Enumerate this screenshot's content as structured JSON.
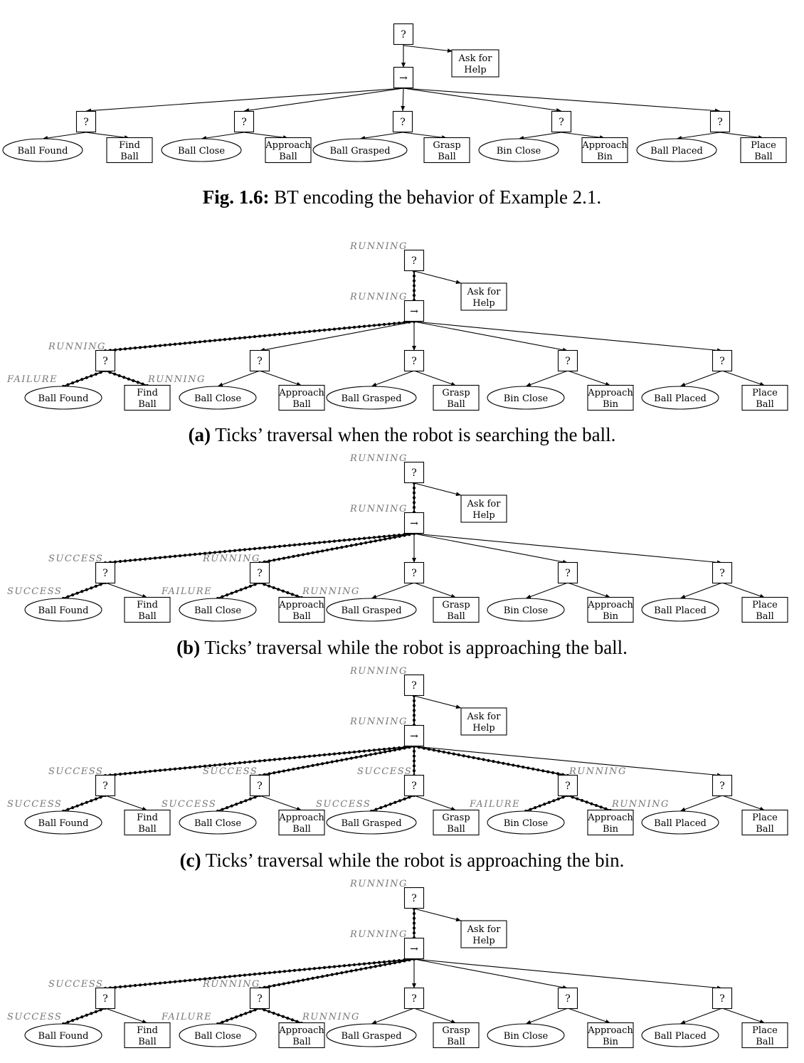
{
  "nodes": {
    "root": "?",
    "seq": "→",
    "ask_for_help": [
      "Ask for",
      "Help"
    ],
    "fallback": "?",
    "pairs": [
      {
        "condition": [
          "Ball Found"
        ],
        "action": [
          "Find",
          "Ball"
        ]
      },
      {
        "condition": [
          "Ball Close"
        ],
        "action": [
          "Approach",
          "Ball"
        ]
      },
      {
        "condition": [
          "Ball Grasped"
        ],
        "action": [
          "Grasp",
          "Ball"
        ]
      },
      {
        "condition": [
          "Bin Close"
        ],
        "action": [
          "Approach",
          "Bin"
        ]
      },
      {
        "condition": [
          "Ball Placed"
        ],
        "action": [
          "Place",
          "Ball"
        ]
      }
    ]
  },
  "status_words": {
    "running": "RUNNING",
    "success": "SUCCESS",
    "failure": "FAILURE"
  },
  "figures": [
    {
      "id": "fig-1-6",
      "caption_bold": "Fig. 1.6:",
      "caption_text": " BT encoding the behavior of Example 2.1.",
      "traversal": null
    },
    {
      "id": "fig-a",
      "caption_bold": "(a)",
      "caption_text": " Ticks’ traversal when the robot is searching the ball.",
      "traversal": {
        "root": "RUNNING",
        "seq": "RUNNING",
        "active_fallbacks": 1,
        "leaves": [
          [
            "FAILURE",
            "RUNNING"
          ]
        ]
      }
    },
    {
      "id": "fig-b",
      "caption_bold": "(b)",
      "caption_text": " Ticks’ traversal while the robot is approaching the ball.",
      "traversal": {
        "root": "RUNNING",
        "seq": "RUNNING",
        "active_fallbacks": 2,
        "fallback_status": [
          "SUCCESS",
          "RUNNING"
        ],
        "leaves": [
          [
            "SUCCESS",
            null
          ],
          [
            "FAILURE",
            "RUNNING"
          ]
        ]
      }
    },
    {
      "id": "fig-c",
      "caption_bold": "(c)",
      "caption_text": " Ticks’ traversal while the robot is approaching the bin.",
      "traversal": {
        "root": "RUNNING",
        "seq": "RUNNING",
        "active_fallbacks": 4,
        "fallback_status": [
          "SUCCESS",
          "SUCCESS",
          "SUCCESS",
          "RUNNING"
        ],
        "leaves": [
          [
            "SUCCESS",
            null
          ],
          [
            "SUCCESS",
            null
          ],
          [
            "SUCCESS",
            null
          ],
          [
            "FAILURE",
            "RUNNING"
          ]
        ]
      }
    },
    {
      "id": "fig-d",
      "caption_bold": "",
      "caption_text": "",
      "traversal": {
        "root": "RUNNING",
        "seq": "RUNNING",
        "active_fallbacks": 2,
        "fallback_status": [
          "SUCCESS",
          "RUNNING"
        ],
        "leaves": [
          [
            "SUCCESS",
            null
          ],
          [
            "FAILURE",
            "RUNNING"
          ]
        ]
      }
    }
  ]
}
